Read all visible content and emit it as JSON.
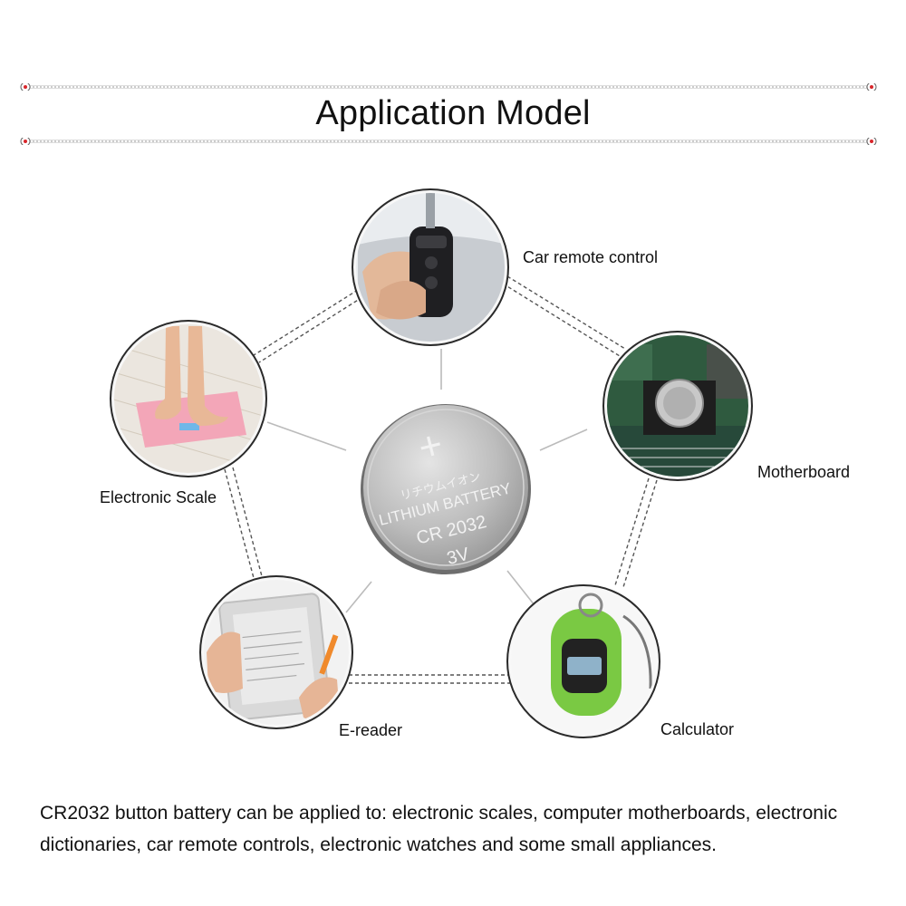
{
  "title": "Application Model",
  "center": {
    "plus": "+",
    "line1": "リチウムイオン",
    "line2": "LITHIUM BATTERY",
    "line3": "CR 2032",
    "line4": "3V"
  },
  "applications": [
    {
      "label": "Car remote control"
    },
    {
      "label": "Motherboard"
    },
    {
      "label": "Calculator"
    },
    {
      "label": "E-reader"
    },
    {
      "label": "Electronic Scale"
    }
  ],
  "description": "CR2032 button battery can be applied to: electronic scales, computer motherboards, electronic dictionaries, car remote controls, electronic watches and some small appliances.",
  "colors": {
    "accent_red": "#d8262b",
    "circle_border": "#2a2a2a",
    "battery_silver": "#b8b8b8",
    "pedometer_green": "#7ac943"
  }
}
